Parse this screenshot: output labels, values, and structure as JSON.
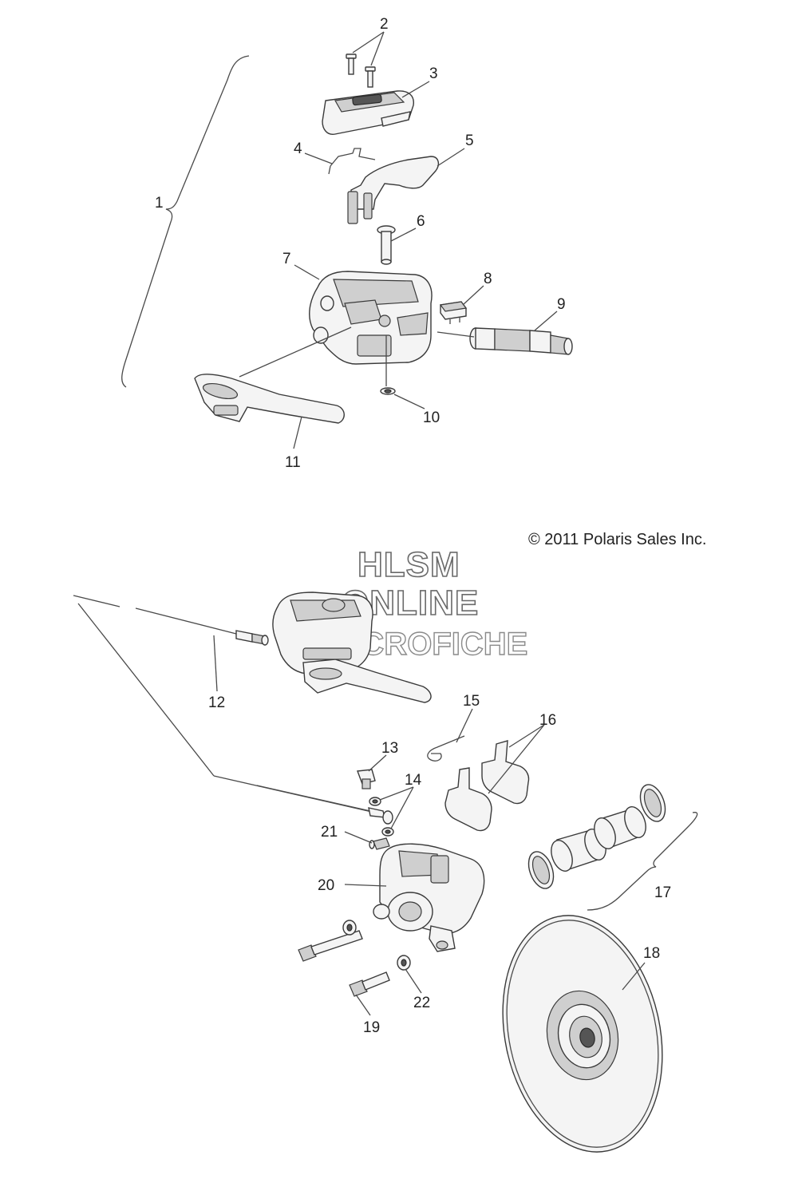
{
  "copyright": "© 2011 Polaris Sales Inc.",
  "watermark": {
    "line1": "HLSM",
    "line2": "ONLINE",
    "line3": "MICROFICHE"
  },
  "callouts": {
    "c1": "1",
    "c2": "2",
    "c3": "3",
    "c4": "4",
    "c5": "5",
    "c6": "6",
    "c7": "7",
    "c8": "8",
    "c9": "9",
    "c10": "10",
    "c11": "11",
    "c12": "12",
    "c13": "13",
    "c14": "14",
    "c15": "15",
    "c16": "16",
    "c17": "17",
    "c18": "18",
    "c19": "19",
    "c20": "20",
    "c21": "21",
    "c22": "22"
  }
}
